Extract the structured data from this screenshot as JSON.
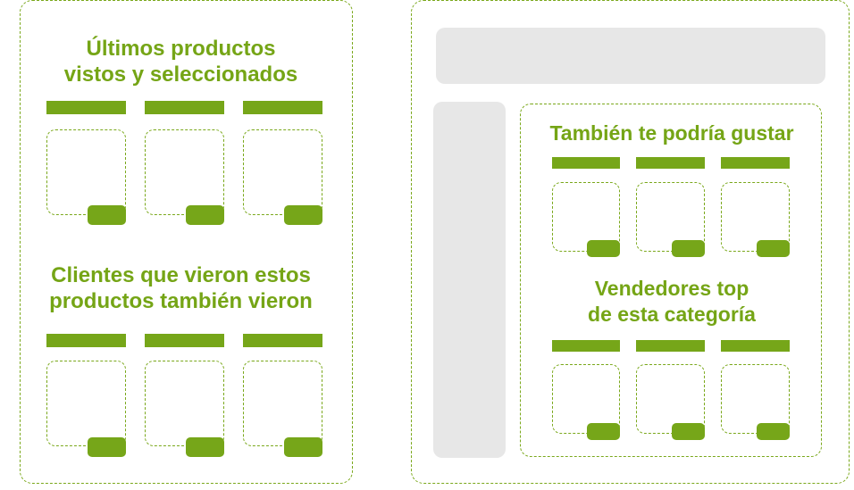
{
  "colors": {
    "accent": "#76a619",
    "dashed_border": "#7aa81b",
    "placeholder_gray": "#e7e7e7",
    "background": "#ffffff"
  },
  "left_panel": {
    "recent_section": {
      "title": "Últimos productos\nvistos y seleccionados",
      "product_count": 3
    },
    "also_viewed_section": {
      "title": "Clientes que vieron estos\nproductos también vieron",
      "product_count": 3
    }
  },
  "right_panel": {
    "recommendations_box": {
      "you_may_like_section": {
        "title": "También te podría gustar",
        "product_count": 3
      },
      "top_sellers_section": {
        "title": "Vendedores top\nde esta categoría",
        "product_count": 3
      }
    }
  }
}
